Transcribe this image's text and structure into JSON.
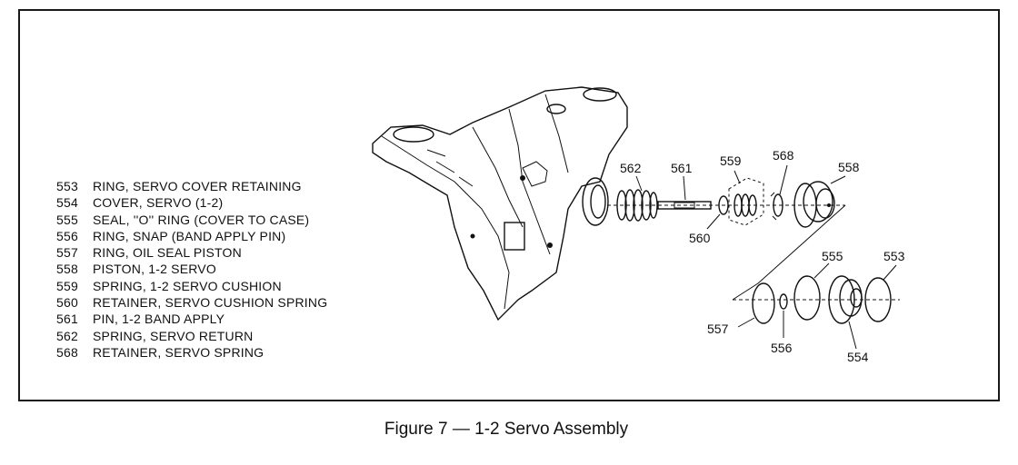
{
  "legend": [
    {
      "number": "553",
      "text": "RING, SERVO COVER RETAINING"
    },
    {
      "number": "554",
      "text": "COVER, SERVO (1-2)"
    },
    {
      "number": "555",
      "text": "SEAL, ''O'' RING (COVER TO CASE)"
    },
    {
      "number": "556",
      "text": "RING, SNAP (BAND APPLY PIN)"
    },
    {
      "number": "557",
      "text": "RING, OIL SEAL PISTON"
    },
    {
      "number": "558",
      "text": "PISTON, 1-2 SERVO"
    },
    {
      "number": "559",
      "text": "SPRING, 1-2 SERVO CUSHION"
    },
    {
      "number": "560",
      "text": "RETAINER, SERVO CUSHION SPRING"
    },
    {
      "number": "561",
      "text": "PIN, 1-2 BAND APPLY"
    },
    {
      "number": "562",
      "text": "SPRING, SERVO RETURN"
    },
    {
      "number": "568",
      "text": "RETAINER, SERVO SPRING"
    }
  ],
  "callouts": {
    "c553": "553",
    "c554": "554",
    "c555": "555",
    "c556": "556",
    "c557": "557",
    "c558": "558",
    "c559": "559",
    "c560": "560",
    "c561": "561",
    "c562": "562",
    "c568": "568"
  },
  "caption": "Figure 7 — 1-2 Servo Assembly",
  "icons": {
    "case": "transmission-case-illustration"
  },
  "colors": {
    "ink": "#111111",
    "background": "#ffffff"
  }
}
